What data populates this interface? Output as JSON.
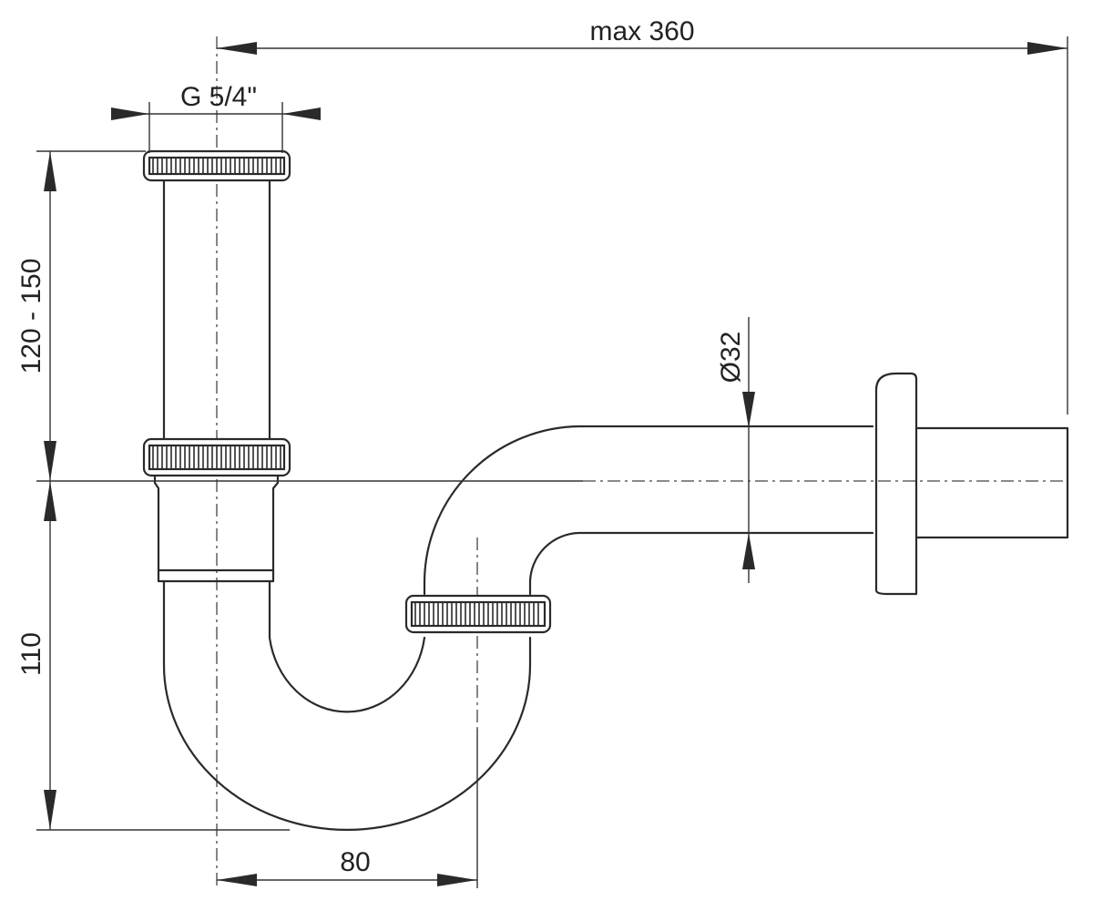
{
  "dimensions": {
    "total_length": "max 360",
    "thread": "G 5/4\"",
    "tube_height": "120 - 150",
    "trap_depth": "110",
    "offset": "80",
    "outlet_diameter": "Ø32"
  },
  "colors": {
    "line": "#2a2a2a",
    "background": "#ffffff"
  }
}
